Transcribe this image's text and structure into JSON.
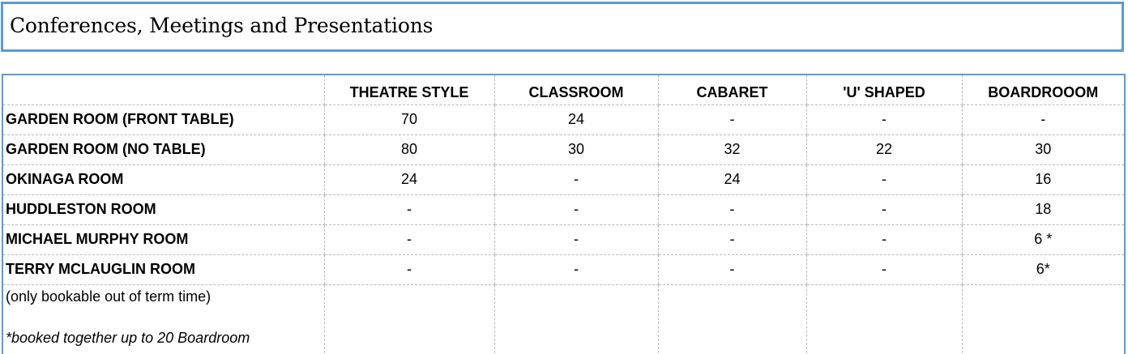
{
  "title": "Conferences, Meetings and Presentations",
  "columns": [
    "",
    "THEATRE STYLE",
    "CLASSROOM",
    "CABARET",
    "'U' SHAPED",
    "BOARDROOOM"
  ],
  "rows": [
    {
      "room": "GARDEN ROOM (FRONT TABLE)",
      "values": [
        "70",
        "24",
        "-",
        "-",
        "-"
      ]
    },
    {
      "room": "GARDEN ROOM (NO TABLE)",
      "values": [
        "80",
        "30",
        "32",
        "22",
        "30"
      ]
    },
    {
      "room": "OKINAGA ROOM",
      "values": [
        "24",
        "-",
        "24",
        "-",
        "16"
      ]
    },
    {
      "room": "HUDDLESTON ROOM",
      "values": [
        "-",
        "-",
        "-",
        "-",
        "18"
      ]
    },
    {
      "room": "MICHAEL MURPHY ROOM",
      "values": [
        "-",
        "-",
        "-",
        "-",
        "6 *"
      ]
    },
    {
      "room": "TERRY MCLAUGLIN ROOM",
      "values": [
        "-",
        "-",
        "-",
        "-",
        "6*"
      ]
    }
  ],
  "notes": {
    "term_time": "(only bookable out of term time)",
    "booked_together": "*booked together up to 20 Boardroom"
  },
  "colors": {
    "border_accent": "#5b9bd5",
    "grid_line": "#b8b8b8"
  }
}
